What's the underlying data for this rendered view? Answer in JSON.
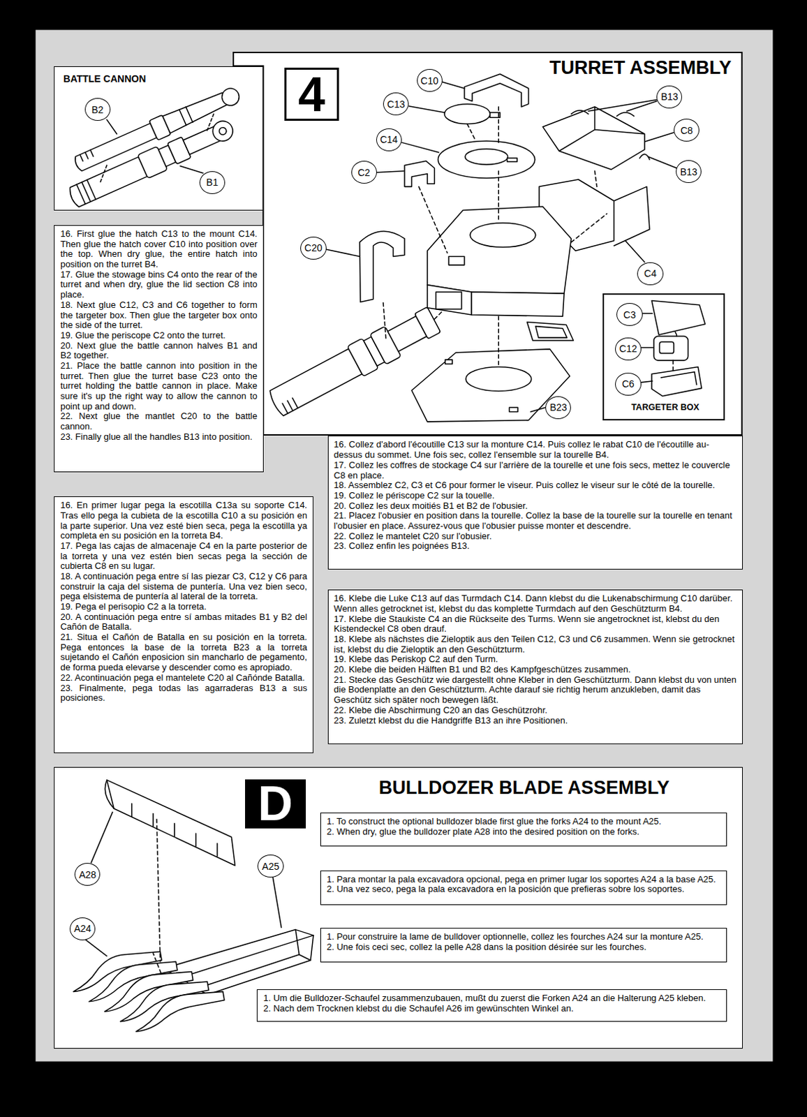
{
  "diagram": {
    "nodes": [
      {
        "text": [
          "BATTLE CANNON"
        ]
      },
      {
        "text": [
          "B2"
        ],
        "in": 0
      },
      {
        "text": [
          "B1"
        ],
        "in": 0
      },
      {
        "text": [
          "TURRET ASSEMBLY"
        ]
      },
      {
        "text": [
          "4"
        ],
        "in": 3
      },
      {
        "text": [
          "C10"
        ],
        "in": 3
      },
      {
        "text": [
          "C13"
        ],
        "in": 3
      },
      {
        "text": [
          "C14"
        ],
        "in": 3
      },
      {
        "text": [
          "C2"
        ],
        "in": 3
      },
      {
        "text": [
          "B13"
        ],
        "in": 3
      },
      {
        "text": [
          "C8"
        ],
        "in": 3
      },
      {
        "text": [
          "B13"
        ],
        "in": 3
      },
      {
        "text": [
          "C20"
        ],
        "in": 3
      },
      {
        "text": [
          "C4"
        ],
        "in": 3
      },
      {
        "text": [
          "TARGETER BOX"
        ],
        "in": 3
      },
      {
        "text": [
          "C3"
        ],
        "in": 14
      },
      {
        "text": [
          "C12"
        ],
        "in": 14
      },
      {
        "text": [
          "C6"
        ],
        "in": 14
      },
      {
        "text": [
          "B23"
        ],
        "in": 3
      },
      {
        "text": [
          "16. First glue the hatch C13 to the mount C14. Then glue the hatch cover C10 into position over the top. When dry glue, the entire hatch into position on the turret B4.",
          "17. Glue the stowage bins C4 onto the rear of the turret and when dry, glue the lid section C8 into place.",
          "18. Next glue C12, C3 and C6 together to form the targeter box. Then glue the targeter box onto the side of the turret.",
          "19. Glue the periscope C2 onto the turret.",
          "20. Next glue the battle cannon halves B1 and B2 together.",
          "21. Place the battle cannon into position in the turret. Then glue the turret base C23 onto the turret holding the battle cannon in place. Make sure it's up the right way to allow the cannon to point up and down.",
          "22. Next glue the mantlet C20 to the battle cannon.",
          "23. Finally glue all the handles B13 into position."
        ]
      },
      {
        "text": [
          "16. En primer lugar pega la escotilla C13a su soporte C14. Tras ello pega la cubieta de la escotilla C10 a su posición en la parte superior. Una vez esté bien seca, pega la escotilla ya completa en su posición en la torreta B4.",
          "17. Pega las cajas de almacenaje C4 en la parte posterior de la torreta y una vez estén bien secas pega la sección de cubierta C8 en su lugar.",
          "18. A continuación pega entre sí las piezar C3, C12 y C6 para construir la caja del sistema de puntería. Una vez bien seco, pega elsistema de puntería al lateral de la torreta.",
          "19. Pega el perisopio C2 a la torreta.",
          "20. A continuación pega entre sí ambas mitades B1 y B2 del Cañón de Batalla.",
          "21. Situa el Cañón de Batalla en su posición en la torreta. Pega entonces la base de la torreta B23 a la torreta sujetando el Cañón enposicion sin mancharlo de pegamento, de forma pueda elevarse y descender como es apropiado.",
          "22. Acontinuación pega el mantelete C20 al Cañónde Batalla.",
          "23. Finalmente, pega todas las agarraderas B13 a sus posiciones."
        ]
      },
      {
        "text": [
          "16. Collez d'abord l'écoutille C13 sur la monture C14. Puis collez le rabat C10 de l'écoutille au-dessus du sommet. Une fois sec, collez l'ensemble sur la tourelle B4.",
          "17. Collez les coffres de stockage C4 sur l'arrière de la tourelle et une fois secs, mettez le couvercle C8 en place.",
          "18. Assemblez C2, C3 et C6 pour former le viseur. Puis collez le viseur sur le côté de la tourelle.",
          "19. Collez le périscope C2 sur la touelle.",
          "20. Collez les deux moitiés B1 et B2 de l'obusier.",
          "21. Placez l'obusier en position dans la tourelle. Collez la base de la tourelle sur la tourelle en tenant l'obusier en place. Assurez-vous que l'obusier puisse monter et descendre.",
          "22. Collez le mantelet C20 sur l'obusier.",
          "23. Collez enfin les poignées B13."
        ]
      },
      {
        "text": [
          "16. Klebe die Luke C13 auf das Turmdach C14. Dann klebst du die Lukenabschirmung C10 darüber. Wenn alles getrocknet ist, klebst du das komplette Turmdach auf den Geschützturm B4.",
          "17. Klebe die Staukiste C4 an die Rückseite des Turms. Wenn sie angetrocknet ist, klebst du den Kistendeckel C8 oben drauf.",
          "18. Klebe als nächstes die Zieloptik aus den Teilen C12, C3 und C6 zusammen. Wenn sie getrocknet ist, klebst du die Zieloptik an den Geschützturm.",
          "19. Klebe das Periskop C2 auf den Turm.",
          "20. Klebe die beiden Hälften B1 und B2 des Kampfgeschützes zusammen.",
          "21. Stecke das Geschütz wie dargestellt ohne Kleber in den Geschützturm. Dann klebst du von unten die Bodenplatte an den Geschützturm. Achte darauf sie richtig herum anzukleben, damit das Geschütz sich später noch bewegen läßt.",
          "22. Klebe die Abschirmung C20 an das Geschützrohr.",
          "23. Zuletzt klebst du die Handgriffe B13 an ihre Positionen."
        ]
      },
      {
        "text": [
          "BULLDOZER BLADE ASSEMBLY"
        ]
      },
      {
        "text": [
          "D"
        ],
        "in": 23
      },
      {
        "text": [
          "1. To construct the optional bulldozer blade first glue the forks A24 to the mount A25.",
          "2. When dry, glue the bulldozer plate A28 into the desired position on the forks."
        ],
        "in": 23
      },
      {
        "text": [
          "1. Para montar la pala excavadora opcional, pega en primer lugar los soportes A24 a la base A25.",
          "2. Una vez seco, pega la pala excavadora en la posición que prefieras sobre los soportes."
        ],
        "in": 23
      },
      {
        "text": [
          "1. Pour construire la lame de bulldover optionnelle, collez les fourches A24 sur la monture A25.",
          "2. Une fois ceci sec, collez la pelle A28 dans la position désirée sur les fourches."
        ],
        "in": 23
      },
      {
        "text": [
          "1. Um die Bulldozer-Schaufel zusammenzubauen, mußt du zuerst die Forken A24 an die Halterung A25 kleben.",
          "2. Nach dem Trocknen klebst du die Schaufel A26 im gewünschten Winkel an."
        ],
        "in": 23
      },
      {
        "text": [
          "A28"
        ],
        "in": 23
      },
      {
        "text": [
          "A25"
        ],
        "in": 23
      },
      {
        "text": [
          "A24"
        ],
        "in": 23
      }
    ]
  }
}
